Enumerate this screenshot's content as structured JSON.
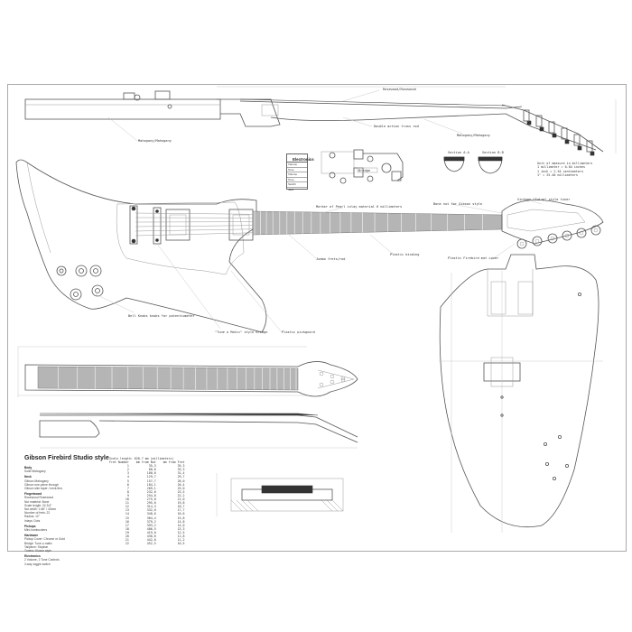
{
  "title": "Gibson Firebird Studio style",
  "labels": {
    "rosewood": "Rosewood/Rosewood",
    "double_truss": "Double action truss rod",
    "mahogany_neck": "Mahogany/Mahogany",
    "mahogany_body": "Mahogany/Mahogany",
    "section_aa": "Section A-A",
    "section_bb": "Section B-B",
    "units": "Unit of measure in millimeters",
    "unit_conv_1": "1 millimeter = 0.04 inches",
    "unit_conv_2": "1 inch = 2.54 centimeters",
    "unit_conv_3": "1\" = 25.40 millimeters",
    "markers": "Marker of Pearl inlay material 6 millimeters",
    "bone_nut": "Bone nut for Gibson style",
    "vintage_tuners": "Vintage \"Tulip\" style tuner",
    "jumbo_frets": "Jumbo frets/rod",
    "plastic_binding": "Plastic binding",
    "plastic_cover": "Plastic Firebird mat cover",
    "bell_knobs": "Bell Knobs knobs for potentiometer",
    "tune_o_matic": "\"Tune o Matic\" style bridge",
    "pickguard": "Plastic pickguard",
    "electronics": "Electronics",
    "bridge_label": "Bridge"
  },
  "electronics_rows": [
    "Volume",
    "Tone",
    "Volume",
    "Tone",
    "Switch",
    "Jack"
  ],
  "specs": [
    {
      "head": "Body",
      "lines": [
        "Solid Mahogany"
      ]
    },
    {
      "head": "Neck",
      "lines": [
        "Gibson Mahogany",
        "Gibson one-piece through",
        "Gibson slim taper / neck-thru"
      ]
    },
    {
      "head": "Fingerboard",
      "lines": [
        "Rosewood Rosewood",
        "Nut material: Bone",
        "Scale length: 24 3/4\"",
        "Nut width: 1.68\" / 43mm",
        "Number of frets: 22",
        "Radius: 12\"",
        "Inlays: Dots"
      ]
    },
    {
      "head": "Pickups",
      "lines": [
        "Mini-humbuckers"
      ]
    },
    {
      "head": "Hardware",
      "lines": [
        "Pickup Cover: Chrome or Gold",
        "Bridge: Tune-o-matic",
        "Tailpiece: Stopbar",
        "Tuners: Kluson style"
      ]
    },
    {
      "head": "Electronics",
      "lines": [
        "2 Volume, 2 Tone Controls",
        "3-way toggle switch"
      ]
    }
  ],
  "fret_table": {
    "scale": "Scale length: 628.7 mm (millimeters)",
    "headers": [
      "Fret Number",
      "mm from Nut",
      "mm from Fret"
    ],
    "rows": [
      [
        "1",
        "35,3",
        "35,3"
      ],
      [
        "2",
        "68,6",
        "33,3"
      ],
      [
        "3",
        "100,0",
        "31,4"
      ],
      [
        "4",
        "129,7",
        "29,7"
      ],
      [
        "5",
        "157,7",
        "28,0"
      ],
      [
        "6",
        "184,1",
        "26,4"
      ],
      [
        "7",
        "209,1",
        "25,0"
      ],
      [
        "8",
        "232,6",
        "23,5"
      ],
      [
        "9",
        "254,8",
        "22,2"
      ],
      [
        "10",
        "275,8",
        "21,0"
      ],
      [
        "11",
        "295,6",
        "19,8"
      ],
      [
        "12",
        "314,3",
        "18,7"
      ],
      [
        "13",
        "332,0",
        "17,7"
      ],
      [
        "14",
        "348,6",
        "16,6"
      ],
      [
        "15",
        "364,4",
        "15,8"
      ],
      [
        "16",
        "379,2",
        "14,8"
      ],
      [
        "17",
        "393,2",
        "14,0"
      ],
      [
        "18",
        "406,5",
        "13,3"
      ],
      [
        "19",
        "419,0",
        "12,5"
      ],
      [
        "20",
        "430,8",
        "11,8"
      ],
      [
        "21",
        "442,0",
        "11,2"
      ],
      [
        "22",
        "452,5",
        "10,5"
      ]
    ]
  }
}
